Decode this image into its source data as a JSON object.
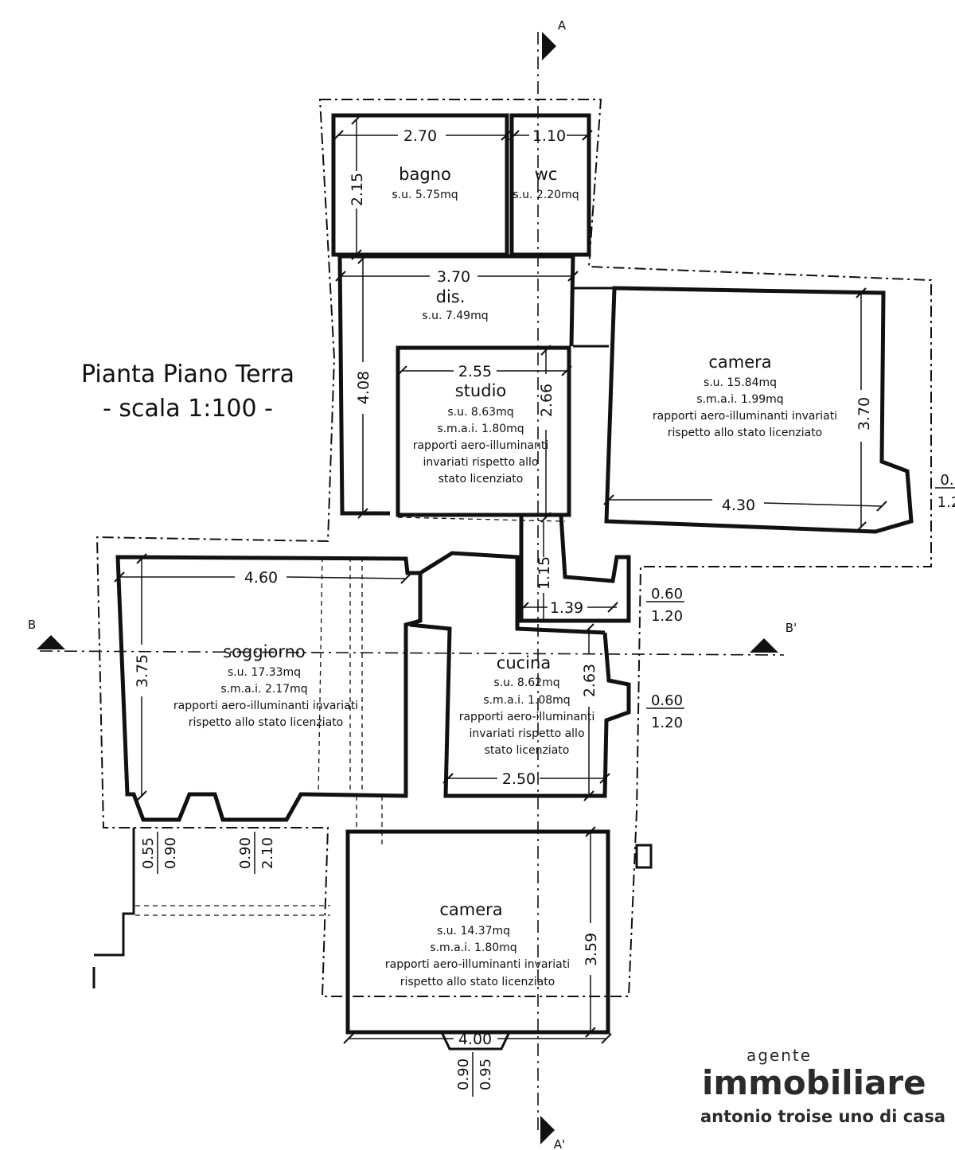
{
  "plan": {
    "title_line1": "Pianta Piano Terra",
    "title_line2": "- scala 1:100 -"
  },
  "section_labels": {
    "a_top": "A",
    "a_bottom": "A'",
    "b_left": "B",
    "b_right": "B'"
  },
  "rooms": {
    "bagno": {
      "name": "bagno",
      "area": "s.u. 5.75mq"
    },
    "wc": {
      "name": "wc",
      "area": "s.u. 2.20mq"
    },
    "dis": {
      "name": "dis.",
      "area": "s.u. 7.49mq"
    },
    "studio": {
      "name": "studio",
      "area": "s.u. 8.63mq",
      "smai": "s.m.a.i. 1.80mq",
      "note1": "rapporti aero-illuminanti",
      "note2": "invariati rispetto allo",
      "note3": "stato licenziato"
    },
    "camera_right": {
      "name": "camera",
      "area": "s.u. 15.84mq",
      "smai": "s.m.a.i. 1.99mq",
      "note1": "rapporti aero-illuminanti invariati",
      "note2": "rispetto allo stato licenziato"
    },
    "soggiorno": {
      "name": "soggiorno",
      "area": "s.u. 17.33mq",
      "smai": "s.m.a.i. 2.17mq",
      "note1": "rapporti aero-illuminanti invariati",
      "note2": "rispetto allo stato licenziato"
    },
    "cucina": {
      "name": "cucina",
      "area": "s.u. 8.62mq",
      "smai": "s.m.a.i. 1.08mq",
      "note1": "rapporti aero-illuminanti",
      "note2": "invariati rispetto allo",
      "note3": "stato licenziato"
    },
    "camera_bottom": {
      "name": "camera",
      "area": "s.u. 14.37mq",
      "smai": "s.m.a.i. 1.80mq",
      "note1": "rapporti aero-illuminanti invariati",
      "note2": "rispetto allo stato licenziato"
    }
  },
  "dimensions": {
    "bagno_width": "2.70",
    "wc_width": "1.10",
    "bagno_height": "2.15",
    "dis_width": "3.70",
    "dis_height": "4.08",
    "studio_width": "2.55",
    "studio_height": "2.66",
    "camera_right_width": "4.30",
    "camera_right_height": "3.70",
    "soggiorno_width": "4.60",
    "soggiorno_height": "3.75",
    "passage_height": "1.15",
    "passage_width": "1.39",
    "cucina_width": "2.50",
    "cucina_height": "2.63",
    "camera_bottom_width": "4.00",
    "camera_bottom_height": "3.59"
  },
  "windows": {
    "w_right_top_a": "0.",
    "w_right_top_b": "1.2",
    "w_passage_a": "0.60",
    "w_passage_b": "1.20",
    "w_cucina_a": "0.60",
    "w_cucina_b": "1.20",
    "w_sogg_left_a": "0.55",
    "w_sogg_left_b": "0.90",
    "w_sogg_door_a": "0.90",
    "w_sogg_door_b": "2.10",
    "w_camera_bottom_a": "0.90",
    "w_camera_bottom_b": "0.95"
  },
  "logo": {
    "word_top": "agente",
    "word_main": "immobiliare",
    "tagline": "antonio troise uno di casa",
    "color": "#2b2b2b"
  }
}
